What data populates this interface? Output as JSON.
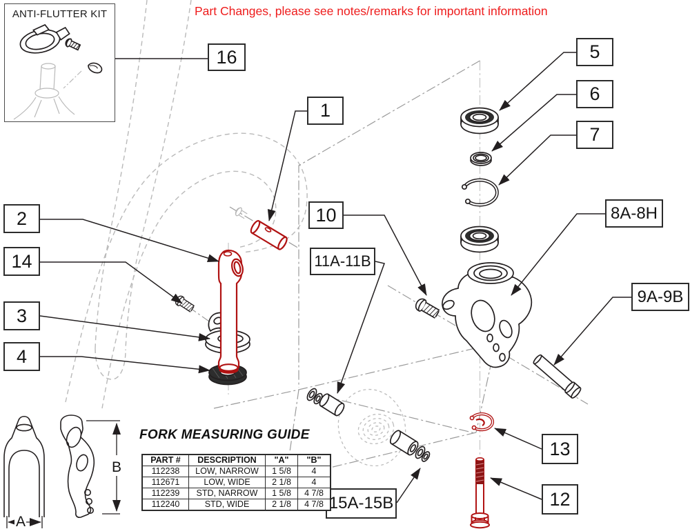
{
  "notice": {
    "text": "Part Changes, please see notes/remarks for important information"
  },
  "anti_flutter_kit": {
    "title": "ANTI-FLUTTER KIT"
  },
  "callouts": {
    "c1": "1",
    "c2": "2",
    "c3": "3",
    "c4": "4",
    "c5": "5",
    "c6": "6",
    "c7": "7",
    "c8": "8A-8H",
    "c9": "9A-9B",
    "c10": "10",
    "c11": "11A-11B",
    "c12": "12",
    "c13": "13",
    "c14": "14",
    "c15": "15A-15B",
    "c16": "16"
  },
  "fork_guide": {
    "title": "FORK MEASURING GUIDE",
    "dim_a": "A",
    "dim_b": "B",
    "table": {
      "headers": [
        "PART #",
        "DESCRIPTION",
        "\"A\"",
        "\"B\""
      ],
      "rows": [
        [
          "112238",
          "LOW, NARROW",
          "1 5/8",
          "4"
        ],
        [
          "112671",
          "LOW, WIDE",
          "2 1/8",
          "4"
        ],
        [
          "112239",
          "STD, NARROW",
          "1 5/8",
          "4 7/8"
        ],
        [
          "112240",
          "STD, WIDE",
          "2 1/8",
          "4 7/8"
        ]
      ]
    }
  },
  "colors": {
    "line": "#231f20",
    "ghost": "#b9b9b9",
    "accent_red": "#b01212",
    "notice_red": "#ee1c1c"
  }
}
